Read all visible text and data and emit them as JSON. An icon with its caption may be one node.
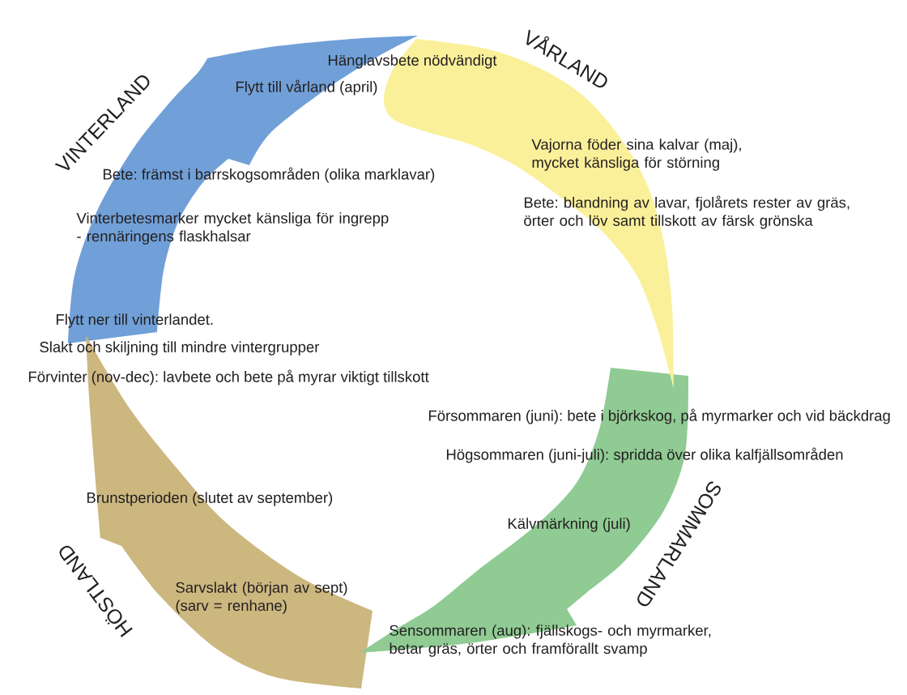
{
  "diagram": {
    "nodes": [
      {
        "text": [
          "VINTERLAND"
        ]
      },
      {
        "text": [
          "VÅRLAND"
        ]
      },
      {
        "text": [
          "SOMMARLAND"
        ]
      },
      {
        "text": [
          "HÖSTLAND"
        ]
      }
    ],
    "labels": [
      "Hänglavsbete nödvändigt",
      "Flytt till vårland (april)",
      "Vajorna föder sina kalvar (maj), mycket känsliga för störning",
      "Bete: främst i barrskogsområden (olika marklavar)",
      "Bete: blandning av lavar, fjolårets rester av gräs, örter och löv samt tillskott av färsk grönska",
      "Vinterbetesmarker mycket känsliga för ingrepp - rennäringens flaskhalsar",
      "Flytt ner till vinterlandet.",
      "Slakt och skiljning till mindre vintergrupper",
      "Förvinter (nov-dec): lavbete och bete på myrar viktigt tillskott",
      "Försommaren (juni): bete i björkskog, på myrmarker och vid bäckdrag",
      "Högsommaren (juni-juli): spridda över olika kalfjällsområden",
      "Brunstperioden (slutet av september)",
      "Kälvmärkning (juli)",
      "Sarvslakt (början av sept) (sarv = renhane)",
      "Sensommaren (aug): fjällskogs- och myrmarker, betar gräs, örter och framförallt svamp"
    ]
  }
}
